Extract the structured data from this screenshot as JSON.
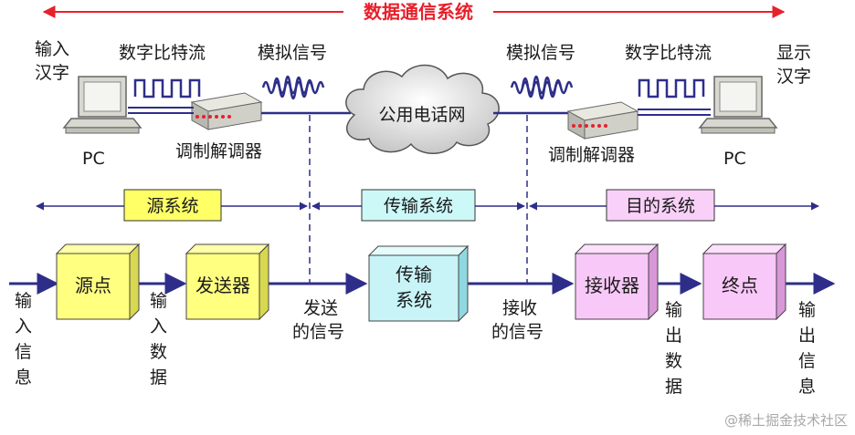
{
  "title": "数据通信系统",
  "watermark": "@稀土掘金技术社区",
  "top": {
    "left_input": [
      "输入",
      "汉字"
    ],
    "right_output": [
      "显示",
      "汉字"
    ],
    "digital_stream_left": "数字比特流",
    "digital_stream_right": "数字比特流",
    "analog_left": "模拟信号",
    "analog_right": "模拟信号",
    "network": "公用电话网",
    "modem_left": "调制解调器",
    "modem_right": "调制解调器",
    "pc_left": "PC",
    "pc_right": "PC"
  },
  "subsystems": {
    "source": "源系统",
    "transmission": "传输系统",
    "destination": "目的系统"
  },
  "blocks": {
    "source_point": "源点",
    "transmitter": "发送器",
    "transmission_line1": "传输",
    "transmission_line2": "系统",
    "receiver": "接收器",
    "terminal": "终点"
  },
  "signals": {
    "input_info": [
      "输",
      "入",
      "信",
      "息"
    ],
    "input_data": [
      "输",
      "入",
      "数",
      "据"
    ],
    "sent_signal": [
      "发送",
      "的信号"
    ],
    "received_signal": [
      "接收",
      "的信号"
    ],
    "output_data": [
      "输",
      "出",
      "数",
      "据"
    ],
    "output_info": [
      "输",
      "出",
      "信",
      "息"
    ]
  },
  "colors": {
    "accent_red": "#e8202a",
    "line_blue": "#2e2e8a",
    "yellow": "#ffff80",
    "cyan": "#c8f4f8",
    "pink": "#f8c8f8",
    "label_yellow": "#ffff66",
    "label_cyan": "#ccf8f8",
    "label_pink": "#f8d0f8"
  }
}
